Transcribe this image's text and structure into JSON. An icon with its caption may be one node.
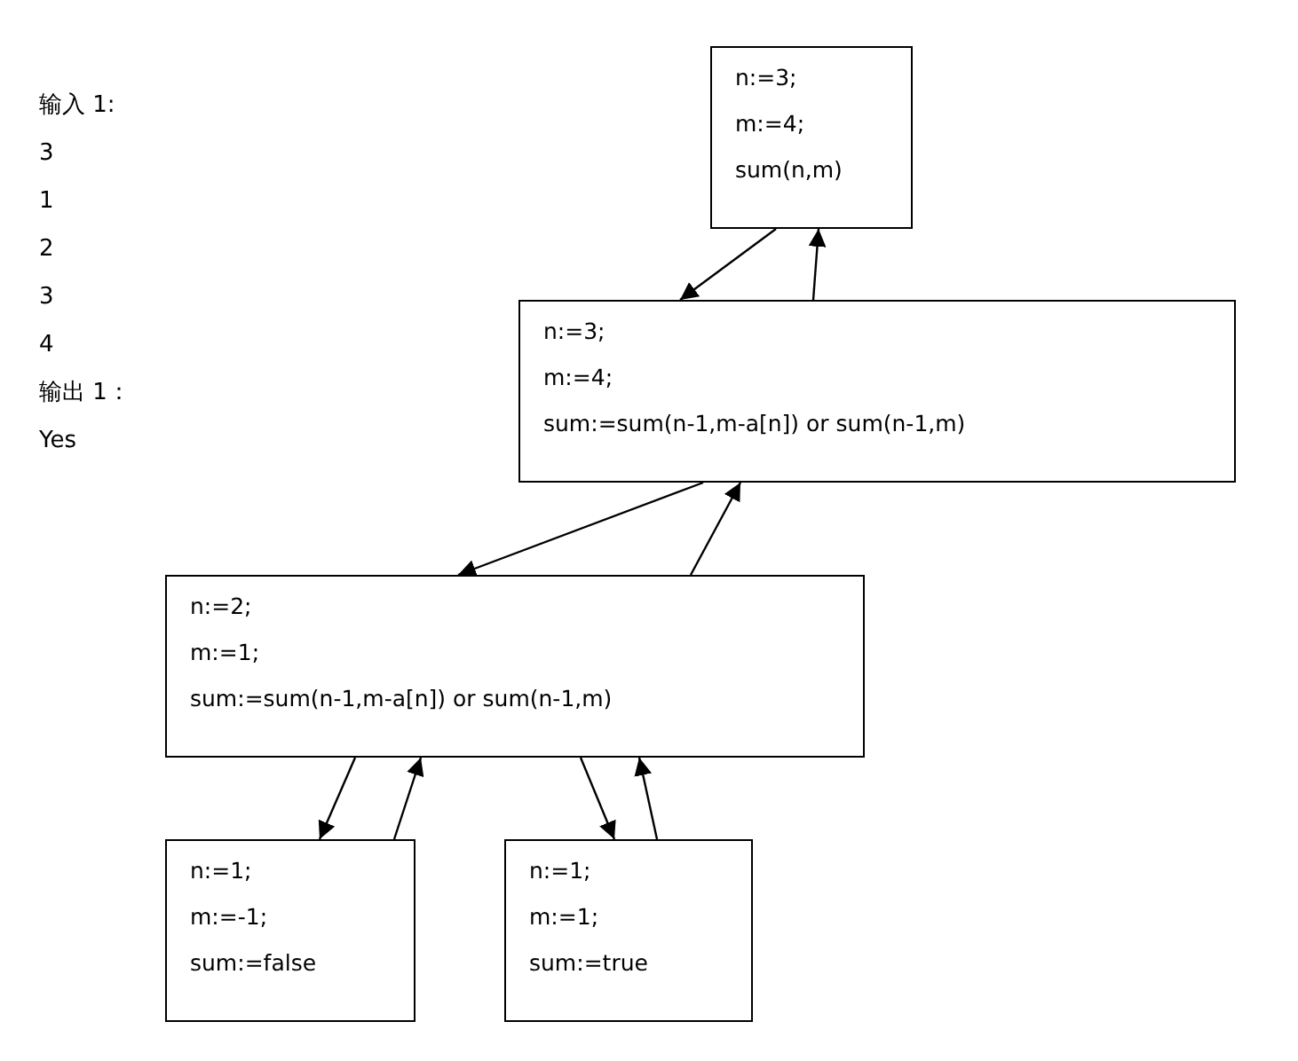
{
  "diagram": {
    "nodes": [
      {
        "text": [
          "n:=3;",
          "m:=4;",
          "sum(n,m)"
        ]
      },
      {
        "text": [
          "n:=3;",
          "m:=4;",
          "sum:=sum(n-1,m-a[n]) or sum(n-1,m)"
        ]
      },
      {
        "text": [
          "n:=2;",
          "m:=1;",
          "sum:=sum(n-1,m-a[n]) or sum(n-1,m)"
        ]
      },
      {
        "text": [
          "n:=1;",
          "m:=-1;",
          "sum:=false"
        ]
      },
      {
        "text": [
          "n:=1;",
          "m:=1;",
          "sum:=true"
        ]
      }
    ],
    "edges": [
      {
        "from": 0,
        "to": 1,
        "arrow": "to"
      },
      {
        "from": 1,
        "to": 0,
        "arrow": "to"
      },
      {
        "from": 1,
        "to": 2,
        "arrow": "to"
      },
      {
        "from": 2,
        "to": 1,
        "arrow": "to"
      },
      {
        "from": 2,
        "to": 3,
        "arrow": "to"
      },
      {
        "from": 3,
        "to": 2,
        "arrow": "to"
      },
      {
        "from": 2,
        "to": 4,
        "arrow": "to"
      },
      {
        "from": 4,
        "to": 2,
        "arrow": "to"
      }
    ],
    "labels": [
      "输入 1:",
      "3",
      "1",
      "2",
      "3",
      "4",
      "输出 1：",
      "Yes"
    ]
  }
}
